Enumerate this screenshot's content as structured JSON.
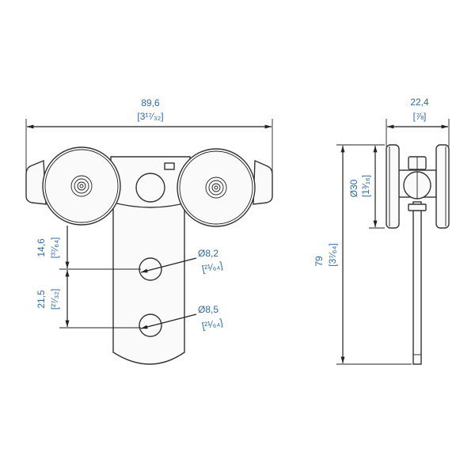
{
  "front_view": {
    "width_mm": "89,6",
    "width_in": "[3¹⁷⁄₃₂]",
    "upper_offset_mm": "14,6",
    "upper_offset_in": "[³⁷⁄₆₄]",
    "hole_spacing_mm": "21,5",
    "hole_spacing_in": "[²⁷⁄₃₂]",
    "hole1_dia_mm": "Ø8,2",
    "hole1_dia_in": "[²¹⁄₆₄]",
    "hole2_dia_mm": "Ø8,5",
    "hole2_dia_in": "[²¹⁄₆₄]"
  },
  "side_view": {
    "width_mm": "22,4",
    "width_in": "[⅞]",
    "wheel_dia_mm": "Ø30",
    "wheel_dia_in": "[1³⁄₁₆]",
    "height_mm": "79",
    "height_in": "[3⁷⁄₆₄]"
  },
  "colors": {
    "dimension_text": "#2e6aa8",
    "lines": "#222222"
  }
}
